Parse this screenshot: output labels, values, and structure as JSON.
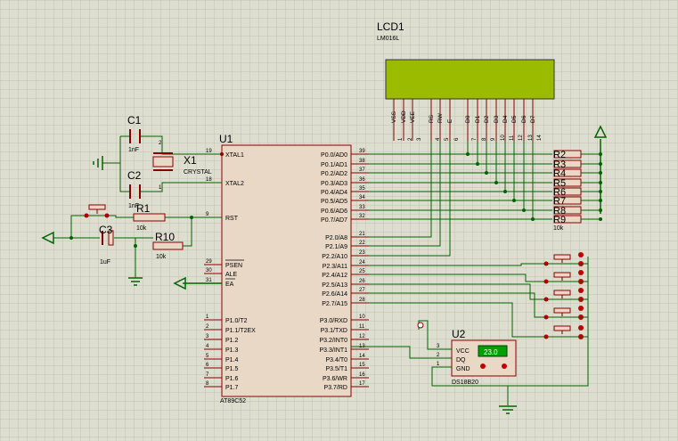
{
  "lcd": {
    "ref": "LCD1",
    "part": "LM016L",
    "pins": [
      "VSS",
      "VDD",
      "VEE",
      "RS",
      "RW",
      "E",
      "D0",
      "D1",
      "D2",
      "D3",
      "D4",
      "D5",
      "D6",
      "D7"
    ],
    "pin_numbers": [
      "1",
      "2",
      "3",
      "4",
      "5",
      "6",
      "7",
      "8",
      "9",
      "10",
      "11",
      "12",
      "13",
      "14"
    ]
  },
  "mcu": {
    "ref": "U1",
    "part": "AT89C52",
    "left_pins": [
      {
        "label": "XTAL1",
        "num": "19"
      },
      {
        "label": "XTAL2",
        "num": "18"
      },
      {
        "label": "RST",
        "num": "9"
      },
      {
        "label": "PSEN",
        "num": "29"
      },
      {
        "label": "ALE",
        "num": "30"
      },
      {
        "label": "EA",
        "num": "31"
      },
      {
        "label": "P1.0/T2",
        "num": "1"
      },
      {
        "label": "P1.1/T2EX",
        "num": "2"
      },
      {
        "label": "P1.2",
        "num": "3"
      },
      {
        "label": "P1.3",
        "num": "4"
      },
      {
        "label": "P1.4",
        "num": "5"
      },
      {
        "label": "P1.5",
        "num": "6"
      },
      {
        "label": "P1.6",
        "num": "7"
      },
      {
        "label": "P1.7",
        "num": "8"
      }
    ],
    "right_pins": [
      {
        "label": "P0.0/AD0",
        "num": "39"
      },
      {
        "label": "P0.1/AD1",
        "num": "38"
      },
      {
        "label": "P0.2/AD2",
        "num": "37"
      },
      {
        "label": "P0.3/AD3",
        "num": "36"
      },
      {
        "label": "P0.4/AD4",
        "num": "35"
      },
      {
        "label": "P0.5/AD5",
        "num": "34"
      },
      {
        "label": "P0.6/AD6",
        "num": "33"
      },
      {
        "label": "P0.7/AD7",
        "num": "32"
      },
      {
        "label": "P2.0/A8",
        "num": "21"
      },
      {
        "label": "P2.1/A9",
        "num": "22"
      },
      {
        "label": "P2.2/A10",
        "num": "23"
      },
      {
        "label": "P2.3/A11",
        "num": "24"
      },
      {
        "label": "P2.4/A12",
        "num": "25"
      },
      {
        "label": "P2.5/A13",
        "num": "26"
      },
      {
        "label": "P2.6/A14",
        "num": "27"
      },
      {
        "label": "P2.7/A15",
        "num": "28"
      },
      {
        "label": "P3.0/RXD",
        "num": "10"
      },
      {
        "label": "P3.1/TXD",
        "num": "11"
      },
      {
        "label": "P3.2/INT0",
        "num": "12"
      },
      {
        "label": "P3.3/INT1",
        "num": "13"
      },
      {
        "label": "P3.4/T0",
        "num": "14"
      },
      {
        "label": "P3.5/T1",
        "num": "15"
      },
      {
        "label": "P3.6/WR",
        "num": "16"
      },
      {
        "label": "P3.7/RD",
        "num": "17"
      }
    ]
  },
  "components": {
    "c1": {
      "ref": "C1",
      "value": "1nF"
    },
    "c2": {
      "ref": "C2",
      "value": "1nF"
    },
    "x1": {
      "ref": "X1",
      "value": "CRYSTAL"
    },
    "r1": {
      "ref": "R1",
      "value": "10k"
    },
    "r10": {
      "ref": "R10",
      "value": "10k"
    },
    "c3": {
      "ref": "C3",
      "value": "1uF"
    }
  },
  "rpack": {
    "refs": [
      "R2",
      "R3",
      "R4",
      "R5",
      "R6",
      "R7",
      "R8",
      "R9"
    ],
    "value": "10k"
  },
  "sensor": {
    "ref": "U2",
    "part": "DS18B20",
    "pins": [
      "VCC",
      "DQ",
      "GND"
    ],
    "pin_numbers": [
      "3",
      "2",
      "1"
    ],
    "reading": "23.0"
  },
  "colors": {
    "wire": "#006400",
    "body": "#e9d8c5",
    "outline": "#8b0000",
    "lcd_screen": "#9bbb00",
    "text": "#000080",
    "grid": "#c4c4b2"
  }
}
